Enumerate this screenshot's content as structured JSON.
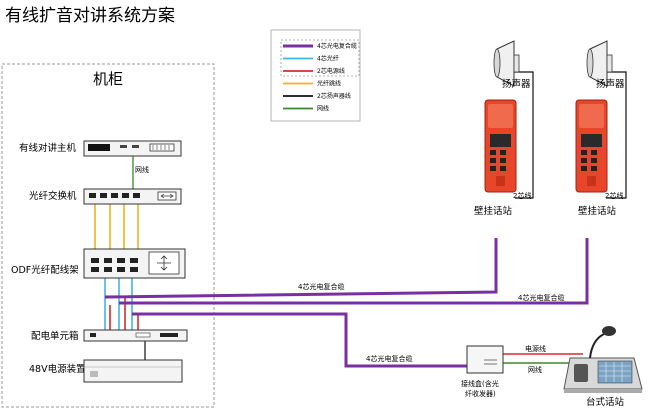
{
  "title": "有线扩音对讲系统方案",
  "cabinet": {
    "label": "机柜",
    "intercom_host": "有线对讲主机",
    "fiber_switch": "光纤交换机",
    "odf": "ODF光纤配线架",
    "power_distribution": "配电单元箱",
    "power_supply": "48V电源装置",
    "network_label": "网线"
  },
  "legend": [
    {
      "label": "4芯光电复合缆",
      "color": "#7a2fa0"
    },
    {
      "label": "4芯光纤",
      "color": "#3fb4e8"
    },
    {
      "label": "2芯电源线",
      "color": "#d92b2b"
    },
    {
      "label": "光纤跳线",
      "color": "#f2b318"
    },
    {
      "label": "2芯扬声器线",
      "color": "#111111"
    },
    {
      "label": "网线",
      "color": "#3a8a2a"
    }
  ],
  "speakers": [
    "扬声器",
    "扬声器"
  ],
  "wall_stations": [
    "壁挂话站",
    "壁挂话站"
  ],
  "speaker_wire_labels": [
    "2芯线",
    "2芯线"
  ],
  "cable_labels": [
    "4芯光电复合缆",
    "4芯光电复合缆",
    "4芯光电复合缆"
  ],
  "junction_box": {
    "label_line1": "接线盒(含光",
    "label_line2": "纤收发器)"
  },
  "desk_station": {
    "label": "台式话站",
    "power_label": "电源线",
    "network_label": "网线"
  }
}
